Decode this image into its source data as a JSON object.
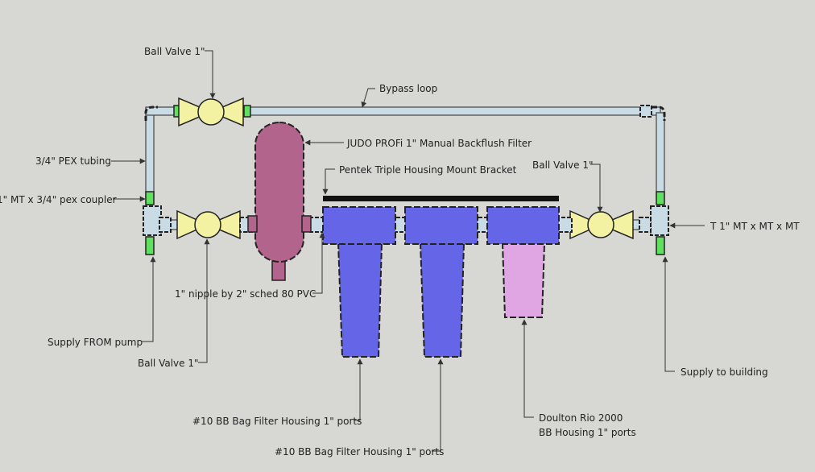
{
  "diagram": {
    "background_color": "#d7d7d3",
    "colors": {
      "pipe": "#c9dce6",
      "valve": "#f2f2a2",
      "coupler": "#5fe05f",
      "backflush_filter": "#b2648c",
      "housing": "#6565e8",
      "rio_housing": "#e0a6e4",
      "bracket": "#111111",
      "leader": "#333333"
    },
    "labels": {
      "ball_valve_top": "Ball Valve 1\"",
      "bypass_loop": "Bypass loop",
      "judo_filter": "JUDO PROFi 1\" Manual Backflush Filter",
      "pentek_bracket": "Pentek Triple Housing Mount Bracket",
      "ball_valve_right": "Ball Valve 1\"",
      "pex_tubing": "3/4\" PEX tubing",
      "pex_coupler": "1\" MT x 3/4\" pex coupler",
      "tee": "T  1\" MT x MT x MT",
      "nipple": "1\" nipple by 2\"  sched 80 PVC",
      "supply_from_pump": "Supply  FROM pump",
      "ball_valve_bottom": "Ball Valve 1\"",
      "supply_to_building": "Supply to building",
      "bag_housing_1": "#10 BB Bag Filter Housing 1\" ports",
      "bag_housing_2": "#10 BB Bag Filter Housing 1\" ports",
      "doulton_line1": "Doulton Rio 2000",
      "doulton_line2": "BB Housing 1\" ports"
    }
  }
}
